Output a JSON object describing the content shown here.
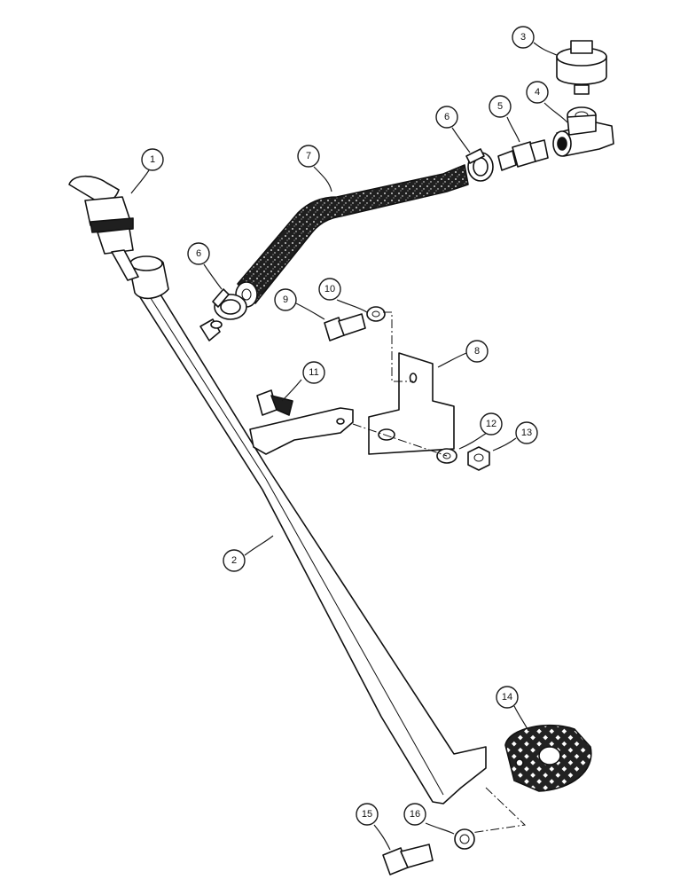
{
  "callouts": [
    {
      "id": "c1",
      "label": "1"
    },
    {
      "id": "c2",
      "label": "2"
    },
    {
      "id": "c3",
      "label": "3"
    },
    {
      "id": "c4",
      "label": "4"
    },
    {
      "id": "c5",
      "label": "5"
    },
    {
      "id": "c6a",
      "label": "6"
    },
    {
      "id": "c6b",
      "label": "6"
    },
    {
      "id": "c7",
      "label": "7"
    },
    {
      "id": "c8",
      "label": "8"
    },
    {
      "id": "c9",
      "label": "9"
    },
    {
      "id": "c10",
      "label": "10"
    },
    {
      "id": "c11",
      "label": "11"
    },
    {
      "id": "c12",
      "label": "12"
    },
    {
      "id": "c13",
      "label": "13"
    },
    {
      "id": "c14",
      "label": "14"
    },
    {
      "id": "c15",
      "label": "15"
    },
    {
      "id": "c16",
      "label": "16"
    }
  ]
}
